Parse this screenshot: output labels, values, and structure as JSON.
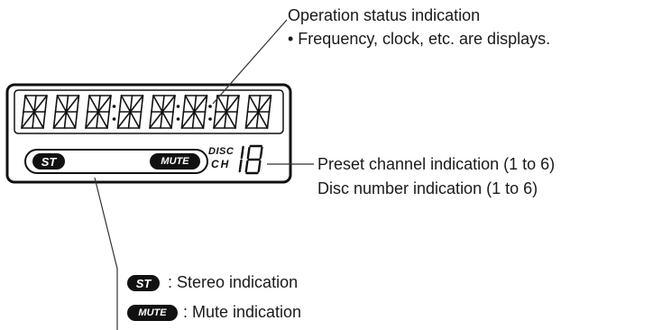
{
  "callouts": {
    "status_title": "Operation status indication",
    "status_detail": "• Frequency, clock, etc. are displays.",
    "preset_channel": "Preset channel indication (1 to 6)",
    "disc_number": "Disc number indication (1 to 6)"
  },
  "lcd": {
    "st_label": "ST",
    "mute_label": "MUTE",
    "disc_label": "DISC",
    "ch_label": "CH",
    "channel_digits": "18"
  },
  "legend": {
    "stereo": {
      "icon": "st-badge-icon",
      "text": ": Stereo indication"
    },
    "mute": {
      "icon": "mute-badge-icon",
      "text": ": Mute indication"
    }
  }
}
